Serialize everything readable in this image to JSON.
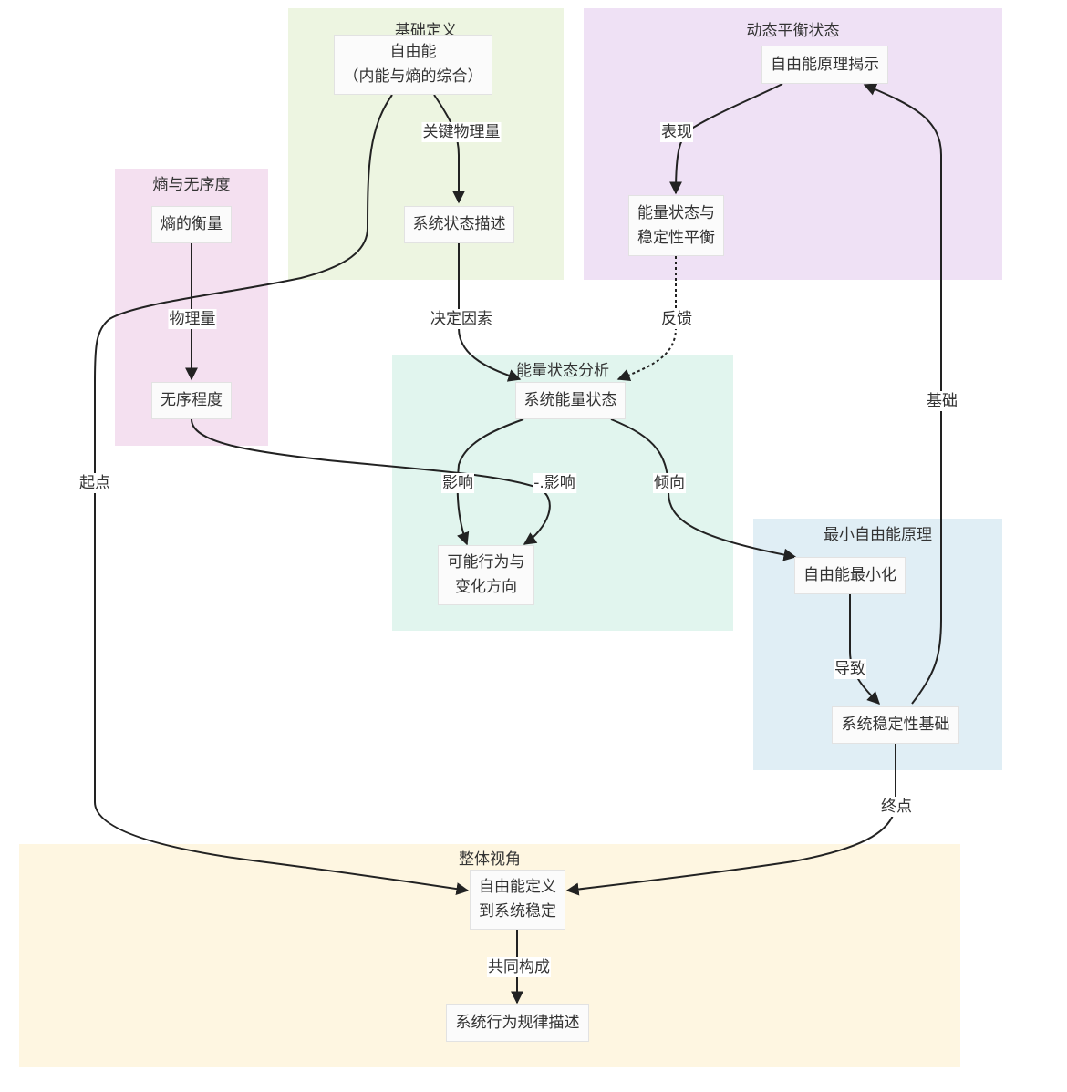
{
  "groups": {
    "basic_definition": {
      "title": "基础定义",
      "color": "#edf5e1"
    },
    "dynamic_balance": {
      "title": "动态平衡状态",
      "color": "#efe1f5"
    },
    "entropy_disorder": {
      "title": "熵与无序度",
      "color": "#f4e0f0"
    },
    "energy_analysis": {
      "title": "能量状态分析",
      "color": "#e1f5ee"
    },
    "min_free_energy": {
      "title": "最小自由能原理",
      "color": "#e0eef5"
    },
    "overall_view": {
      "title": "整体视角",
      "color": "#fef6e1"
    }
  },
  "nodes": {
    "free_energy": "自由能\n（内能与熵的综合）",
    "system_state_desc": "系统状态描述",
    "principle_reveal": "自由能原理揭示",
    "energy_stability": "能量状态与\n稳定性平衡",
    "entropy_measure": "熵的衡量",
    "disorder_degree": "无序程度",
    "system_energy_state": "系统能量状态",
    "possible_behavior": "可能行为与\n变化方向",
    "free_energy_min": "自由能最小化",
    "stability_basis": "系统稳定性基础",
    "def_to_stability": "自由能定义\n到系统稳定",
    "behavior_law": "系统行为规律描述"
  },
  "edges": {
    "key_quantity": "关键物理量",
    "physical_quantity": "物理量",
    "determinant": "决定因素",
    "manifest": "表现",
    "feedback": "反馈",
    "influence1": "影响",
    "influence2": "-.影响",
    "tendency": "倾向",
    "leads_to": "导致",
    "foundation": "基础",
    "start_point": "起点",
    "end_point": "终点",
    "co_constitute": "共同构成"
  }
}
